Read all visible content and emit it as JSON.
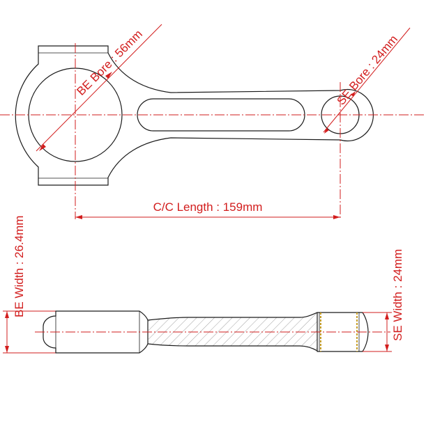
{
  "dimensions": {
    "be_bore": "BE Bore : 56mm",
    "se_bore": "SE Bore : 24mm",
    "cc_length": "C/C Length : 159mm",
    "be_width": "BE Width : 26.4mm",
    "se_width": "SE Width : 24mm"
  },
  "colors": {
    "dimension": "#d21d1d",
    "outline": "#1a1a1a",
    "bushing": "#c8a028"
  }
}
